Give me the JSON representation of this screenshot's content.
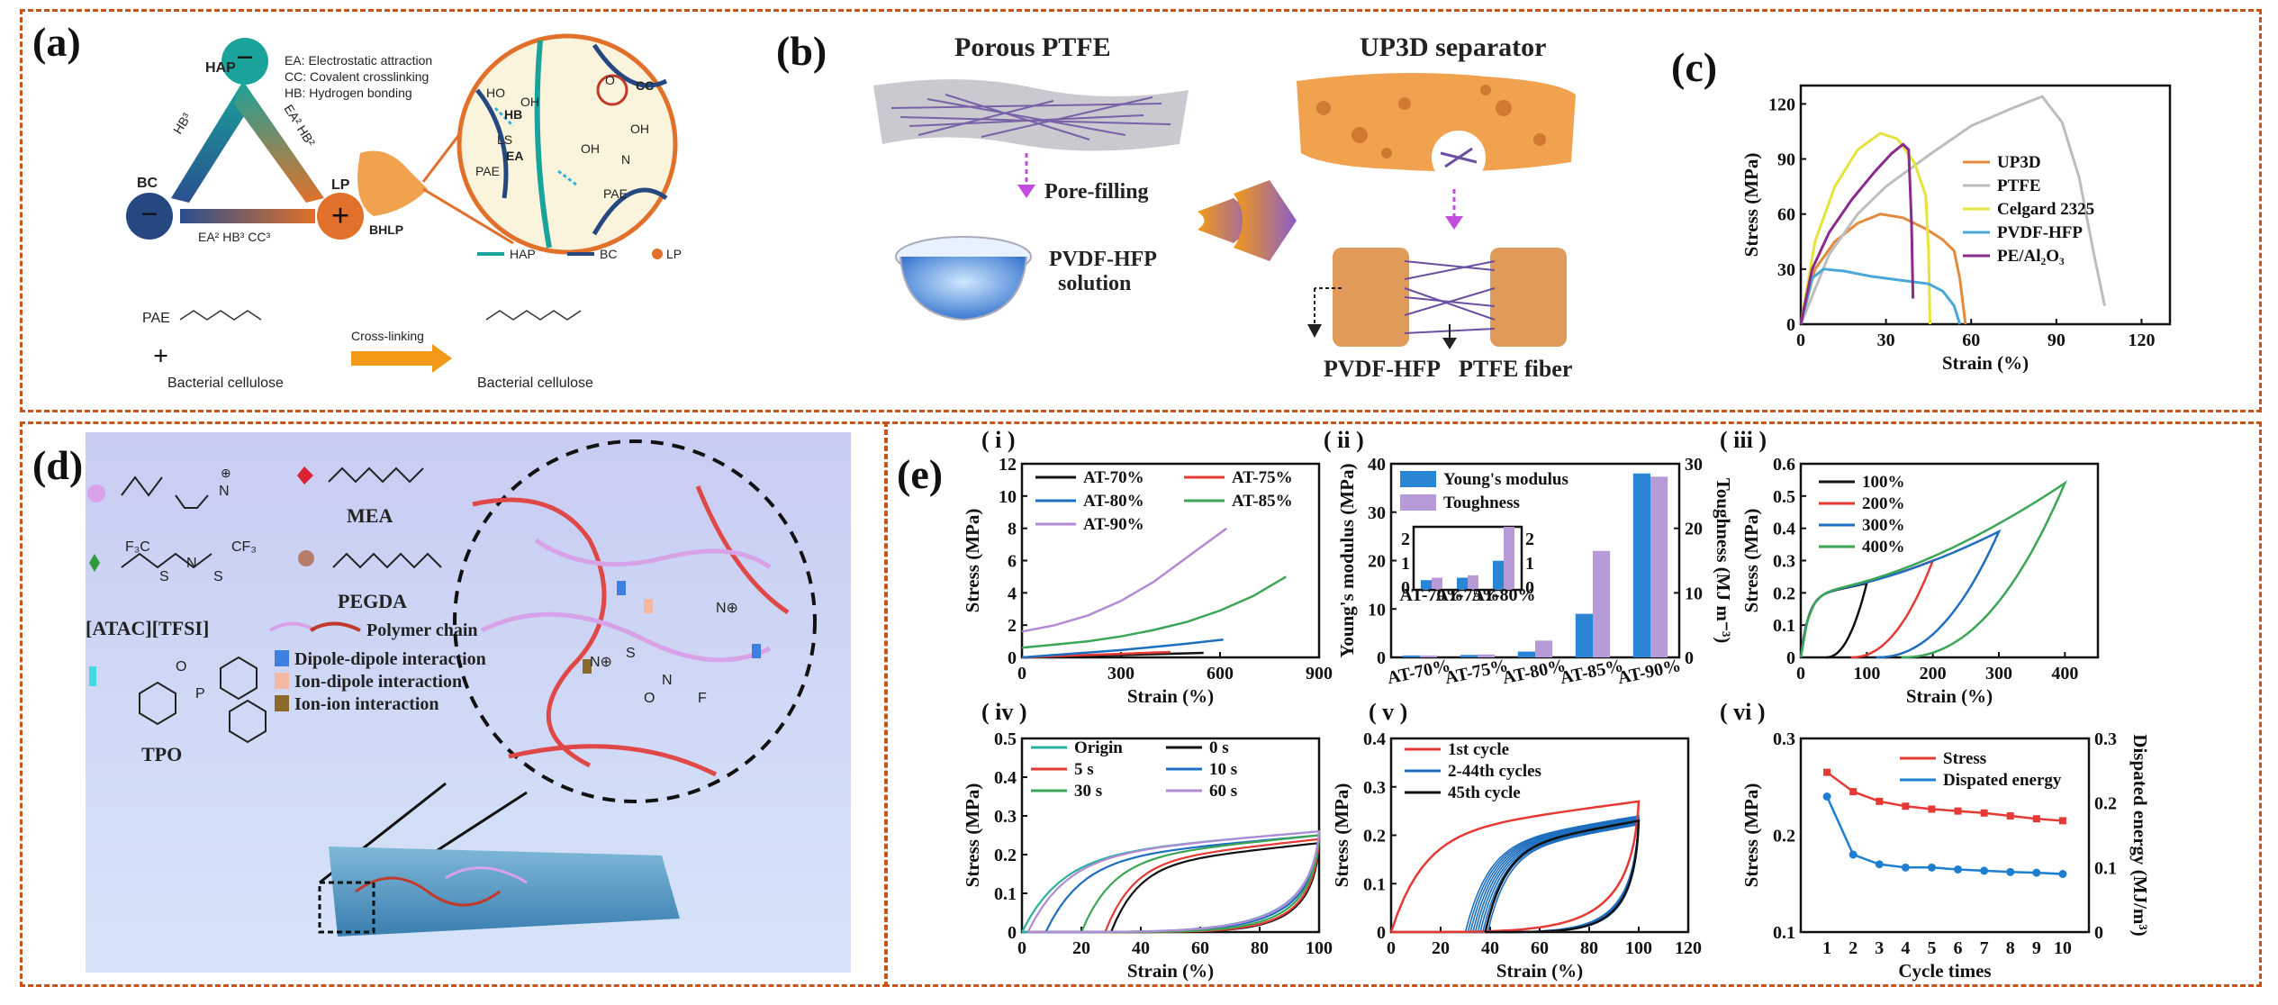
{
  "panels": {
    "a": {
      "label": "(a)",
      "nodes": [
        "HAP",
        "BC",
        "LP",
        "BHLP"
      ],
      "legend_lines": [
        "EA: Electrostatic attraction",
        "CC: Covalent crosslinking",
        "HB: Hydrogen bonding"
      ],
      "edges": {
        "left": "HB³",
        "right": "EA² HB²",
        "bottom": "EA² HB³ CC³"
      },
      "bubble_labels": [
        "HB",
        "CC",
        "EA",
        "LS",
        "PAE",
        "PAE",
        "HO",
        "OH",
        "OH",
        "O",
        "N",
        "OH"
      ],
      "bubble_legend": [
        "HAP",
        "BC",
        "LP"
      ],
      "reaction": {
        "reactant1": "PAE",
        "plus": "+",
        "reactant2": "Bacterial cellulose",
        "arrow": "Cross-linking",
        "product": "Bacterial cellulose"
      }
    },
    "b": {
      "label": "(b)",
      "title_left": "Porous PTFE",
      "title_right": "UP3D separator",
      "step": "Pore-filling",
      "solution": [
        "PVDF-HFP",
        "solution"
      ],
      "bottom_labels": [
        "PVDF-HFP",
        "PTFE fiber"
      ]
    },
    "c": {
      "label": "(c)"
    },
    "d": {
      "label": "(d)",
      "chem_labels": [
        "MEA",
        "PEGDA",
        "[ATAC][TFSI]",
        "TPO"
      ],
      "legend": [
        "Polymer chain",
        "Dipole-dipole interaction",
        "Ion-dipole  interaction",
        "Ion-ion  interaction"
      ]
    },
    "e": {
      "label": "(e)",
      "subs": [
        "( i )",
        "( ii )",
        "( iii )",
        "( iv )",
        "( v )",
        "( vi )"
      ]
    }
  },
  "chart_data": [
    {
      "id": "c",
      "type": "line",
      "xlabel": "Strain (%)",
      "ylabel": "Stress (MPa)",
      "xlim": [
        0,
        130
      ],
      "ylim": [
        0,
        130
      ],
      "xticks": [
        0,
        30,
        60,
        90,
        120
      ],
      "yticks": [
        0,
        30,
        60,
        90,
        120
      ],
      "series": [
        {
          "name": "UP3D",
          "color": "#e38a3c",
          "x": [
            0,
            5,
            12,
            20,
            28,
            36,
            44,
            50,
            54,
            56,
            58
          ],
          "y": [
            0,
            30,
            45,
            55,
            60,
            58,
            52,
            46,
            40,
            25,
            0
          ]
        },
        {
          "name": "PTFE",
          "color": "#bdbdbd",
          "x": [
            0,
            10,
            20,
            30,
            45,
            60,
            75,
            85,
            92,
            98,
            103,
            107
          ],
          "y": [
            0,
            38,
            60,
            75,
            92,
            108,
            118,
            124,
            110,
            80,
            40,
            10
          ]
        },
        {
          "name": "Celgard 2325",
          "color": "#e6e33c",
          "x": [
            0,
            5,
            12,
            20,
            28,
            34,
            40,
            44,
            45,
            45.5
          ],
          "y": [
            0,
            45,
            75,
            95,
            104,
            101,
            88,
            70,
            40,
            0
          ]
        },
        {
          "name": "PVDF-HFP",
          "color": "#4aa8d8",
          "x": [
            0,
            4,
            8,
            15,
            25,
            35,
            45,
            50,
            54,
            56
          ],
          "y": [
            0,
            25,
            30,
            29,
            26,
            24,
            22,
            18,
            10,
            0
          ]
        },
        {
          "name": "PE/Al₂O₃",
          "color": "#8a2a8c",
          "x": [
            0,
            4,
            10,
            18,
            26,
            32,
            36,
            38,
            39,
            39.5
          ],
          "y": [
            0,
            30,
            50,
            68,
            83,
            93,
            98,
            95,
            55,
            14
          ]
        }
      ]
    },
    {
      "id": "e-i",
      "type": "line",
      "xlabel": "Strain (%)",
      "ylabel": "Stress (MPa)",
      "xlim": [
        0,
        900
      ],
      "ylim": [
        0,
        12
      ],
      "xticks": [
        0,
        300,
        600,
        900
      ],
      "yticks": [
        0,
        2,
        4,
        6,
        8,
        10,
        12
      ],
      "series": [
        {
          "name": "AT-70%",
          "color": "#111111",
          "x": [
            0,
            100,
            200,
            300,
            400,
            500,
            550
          ],
          "y": [
            0,
            0.05,
            0.1,
            0.15,
            0.2,
            0.25,
            0.28
          ]
        },
        {
          "name": "AT-75%",
          "color": "#e53935",
          "x": [
            0,
            100,
            200,
            300,
            400,
            450
          ],
          "y": [
            0,
            0.08,
            0.15,
            0.22,
            0.3,
            0.33
          ]
        },
        {
          "name": "AT-80%",
          "color": "#1e6fc0",
          "x": [
            0,
            100,
            200,
            300,
            400,
            500,
            610
          ],
          "y": [
            0,
            0.15,
            0.3,
            0.45,
            0.65,
            0.85,
            1.1
          ]
        },
        {
          "name": "AT-85%",
          "color": "#3aa656",
          "x": [
            0,
            100,
            200,
            300,
            400,
            500,
            600,
            700,
            800
          ],
          "y": [
            0.6,
            0.8,
            1.0,
            1.3,
            1.7,
            2.2,
            2.9,
            3.8,
            5.0
          ]
        },
        {
          "name": "AT-90%",
          "color": "#b28ad6",
          "x": [
            0,
            50,
            100,
            200,
            300,
            400,
            500,
            620
          ],
          "y": [
            1.6,
            1.8,
            2.0,
            2.6,
            3.5,
            4.7,
            6.2,
            8.0
          ]
        }
      ]
    },
    {
      "id": "e-ii",
      "type": "bar",
      "categories": [
        "AT-70%",
        "AT-75%",
        "AT-80%",
        "AT-85%",
        "AT-90%"
      ],
      "ylabel": "Young's modulus  (MPa)",
      "y2label": "Toughness  (MJ m⁻³)",
      "ylim": [
        0,
        40
      ],
      "y2lim": [
        0,
        30
      ],
      "yticks": [
        0,
        10,
        20,
        30,
        40
      ],
      "y2ticks": [
        0,
        10,
        20,
        30
      ],
      "series": [
        {
          "name": "Young's modulus",
          "color": "#2a86d4",
          "axis": "left",
          "values": [
            0.4,
            0.5,
            1.2,
            9.0,
            38.0
          ]
        },
        {
          "name": "Toughness",
          "color": "#b79ad8",
          "axis": "right",
          "values": [
            0.3,
            0.45,
            2.6,
            16.5,
            28.0
          ]
        }
      ],
      "inset": {
        "modulus": [
          0.4,
          0.5,
          1.2
        ],
        "toughness": [
          0.5,
          0.6,
          2.6
        ],
        "yticks": [
          0,
          1,
          2
        ],
        "y2ticks": [
          0,
          1,
          2
        ]
      }
    },
    {
      "id": "e-iii",
      "type": "line",
      "xlabel": "Strain (%)",
      "ylabel": "Stress (MPa)",
      "xlim": [
        0,
        450
      ],
      "ylim": [
        0,
        0.6
      ],
      "xticks": [
        0,
        100,
        200,
        300,
        400
      ],
      "yticks": [
        0,
        0.1,
        0.2,
        0.3,
        0.4,
        0.5,
        0.6
      ],
      "series": [
        {
          "name": "100%",
          "color": "#111111",
          "max": 100,
          "peak": 0.23
        },
        {
          "name": "200%",
          "color": "#e53935",
          "max": 200,
          "peak": 0.3
        },
        {
          "name": "300%",
          "color": "#1e6fc0",
          "max": 300,
          "peak": 0.39
        },
        {
          "name": "400%",
          "color": "#3aa656",
          "max": 400,
          "peak": 0.54
        }
      ]
    },
    {
      "id": "e-iv",
      "type": "line",
      "xlabel": "Strain (%)",
      "ylabel": "Stress (MPa)",
      "xlim": [
        0,
        100
      ],
      "ylim": [
        0,
        0.5
      ],
      "xticks": [
        0,
        20,
        40,
        60,
        80,
        100
      ],
      "yticks": [
        0,
        0.1,
        0.2,
        0.3,
        0.4,
        0.5
      ],
      "series": [
        {
          "name": "Origin",
          "color": "#2ab0a0",
          "onset": 0,
          "peak": 0.26
        },
        {
          "name": "0 s",
          "color": "#111111",
          "onset": 30,
          "peak": 0.23
        },
        {
          "name": "5 s",
          "color": "#e53935",
          "onset": 28,
          "peak": 0.24
        },
        {
          "name": "10 s",
          "color": "#1e6fc0",
          "onset": 8,
          "peak": 0.25
        },
        {
          "name": "30 s",
          "color": "#3aa656",
          "onset": 20,
          "peak": 0.25
        },
        {
          "name": "60 s",
          "color": "#b28ad6",
          "onset": 2,
          "peak": 0.26
        }
      ]
    },
    {
      "id": "e-v",
      "type": "line",
      "xlabel": "Strain (%)",
      "ylabel": "Stress (MPa)",
      "xlim": [
        0,
        120
      ],
      "ylim": [
        0,
        0.4
      ],
      "xticks": [
        0,
        20,
        40,
        60,
        80,
        100,
        120
      ],
      "yticks": [
        0,
        0.1,
        0.2,
        0.3,
        0.4
      ],
      "series": [
        {
          "name": "1st cycle",
          "color": "#e53935",
          "onset": 0,
          "peak": 0.27
        },
        {
          "name": "2-44th cycles",
          "color": "#1e6fc0",
          "onset": 30,
          "peak": 0.24
        },
        {
          "name": "45th cycle",
          "color": "#111111",
          "onset": 38,
          "peak": 0.23
        }
      ]
    },
    {
      "id": "e-vi",
      "type": "line",
      "xlabel": "Cycle times",
      "ylabel": "Stress (MPa)",
      "y2label": "Dispated energy (MJ/m³)",
      "xlim": [
        0,
        11
      ],
      "ylim": [
        0.1,
        0.3
      ],
      "y2lim": [
        0,
        0.3
      ],
      "xticks": [
        1,
        2,
        3,
        4,
        5,
        6,
        7,
        8,
        9,
        10
      ],
      "yticks": [
        0.1,
        0.2,
        0.3
      ],
      "y2ticks": [
        0,
        0.1,
        0.2,
        0.3
      ],
      "series": [
        {
          "name": "Stress",
          "color": "#e53935",
          "axis": "left",
          "x": [
            1,
            2,
            3,
            4,
            5,
            6,
            7,
            8,
            9,
            10
          ],
          "y": [
            0.265,
            0.245,
            0.235,
            0.23,
            0.227,
            0.225,
            0.223,
            0.22,
            0.217,
            0.215
          ]
        },
        {
          "name": "Dispated energy",
          "color": "#1e7fd0",
          "axis": "right",
          "x": [
            1,
            2,
            3,
            4,
            5,
            6,
            7,
            8,
            9,
            10
          ],
          "y": [
            0.21,
            0.12,
            0.105,
            0.1,
            0.1,
            0.097,
            0.095,
            0.093,
            0.092,
            0.09
          ]
        }
      ]
    }
  ]
}
